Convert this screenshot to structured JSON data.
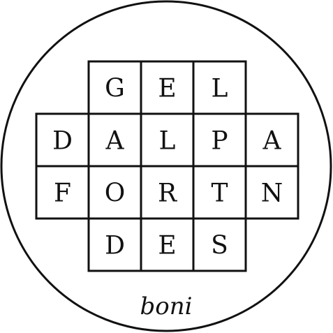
{
  "grid": {
    "rows": [
      {
        "cells": [
          null,
          "G",
          "E",
          "L",
          null
        ]
      },
      {
        "cells": [
          "D",
          "A",
          "L",
          "P",
          "A"
        ]
      },
      {
        "cells": [
          "F",
          "O",
          "R",
          "T",
          "N"
        ]
      },
      {
        "cells": [
          null,
          "D",
          "E",
          "S",
          null
        ]
      }
    ]
  },
  "caption": "boni",
  "colors": {
    "ink": "#111111",
    "paper": "#ffffff"
  }
}
